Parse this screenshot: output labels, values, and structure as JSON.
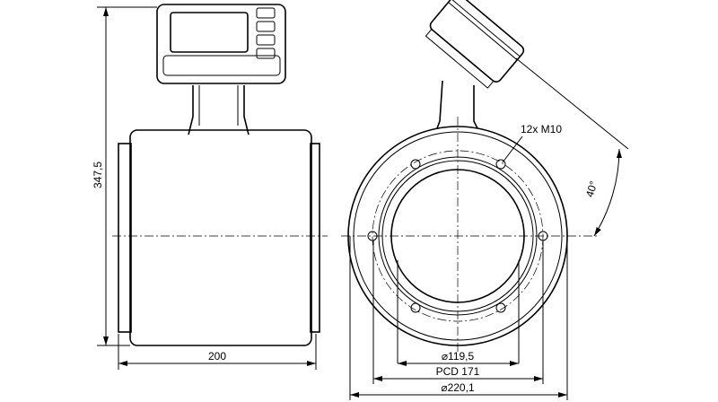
{
  "dimensions": {
    "height": "347,5",
    "length": "200",
    "bolts": "12x M10",
    "angle": "40°",
    "bore": "⌀119,5",
    "pcd": "PCD 171",
    "outer": "⌀220,1"
  }
}
